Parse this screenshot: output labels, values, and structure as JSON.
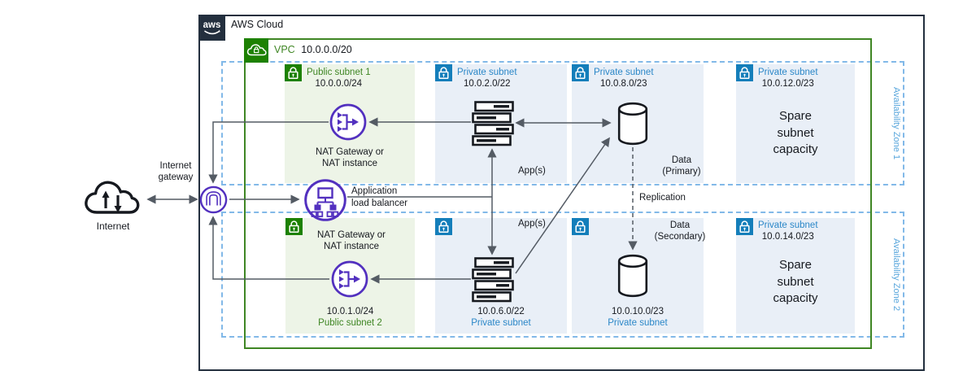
{
  "aws": {
    "logo_text": "aws",
    "title": "AWS Cloud"
  },
  "vpc": {
    "label": "VPC",
    "cidr": "10.0.0.0/20"
  },
  "zones": [
    {
      "label": "Availability Zone 1"
    },
    {
      "label": "Availability Zone 2"
    }
  ],
  "subnets": [
    {
      "type": "public",
      "title": "Public subnet 1",
      "cidr": "10.0.0.0/24"
    },
    {
      "type": "private",
      "title": "Private subnet",
      "cidr": "10.0.2.0/22"
    },
    {
      "type": "private",
      "title": "Private subnet",
      "cidr": "10.0.8.0/23"
    },
    {
      "type": "private",
      "title": "Private subnet",
      "cidr": "10.0.12.0/23",
      "note": "Spare subnet capacity"
    },
    {
      "type": "public",
      "title": "Public subnet 2",
      "cidr": "10.0.1.0/24"
    },
    {
      "type": "private",
      "title": "Private subnet",
      "cidr": "10.0.6.0/22"
    },
    {
      "type": "private",
      "title": "Private subnet",
      "cidr": "10.0.10.0/23"
    },
    {
      "type": "private",
      "title": "Private subnet",
      "cidr": "10.0.14.0/23",
      "note": "Spare subnet capacity"
    }
  ],
  "nodes": {
    "internet": {
      "label": "Internet"
    },
    "internet_gateway": {
      "label": "Internet gateway"
    },
    "alb": {
      "line1": "Application",
      "line2": "load balancer"
    },
    "nat_top": {
      "label": "NAT Gateway or NAT instance"
    },
    "nat_bottom": {
      "label": "NAT Gateway or NAT instance"
    }
  },
  "labels": {
    "apps_top": "App(s)",
    "apps_bottom": "App(s)",
    "data_primary": "Data (Primary)",
    "data_secondary": "Data (Secondary)",
    "replication": "Replication"
  },
  "icons": {
    "aws_logo": "aws-smile-logo",
    "vpc": "cloud-with-lock",
    "public_subnet": "green-lock",
    "private_subnet": "blue-lock",
    "internet": "cloud-up-down-arrows",
    "internet_gateway": "purple-ring-gateway",
    "nat": "nat-gateway-triangles-arrow",
    "alb": "load-balancer-tree",
    "app": "server-stack",
    "database": "cylinder"
  },
  "colors": {
    "aws_dark": "#232f3e",
    "vpc_green": "#3f8624",
    "icon_green": "#1d8102",
    "public_fill": "#edf4e7",
    "subnet_blue": "#2b87c8",
    "icon_blue": "#147eba",
    "az_dash_blue": "#82b9e8",
    "private_fill": "#e9eff7",
    "purple": "#5230bf",
    "line_gray": "#545b64",
    "ink": "#16191f"
  }
}
